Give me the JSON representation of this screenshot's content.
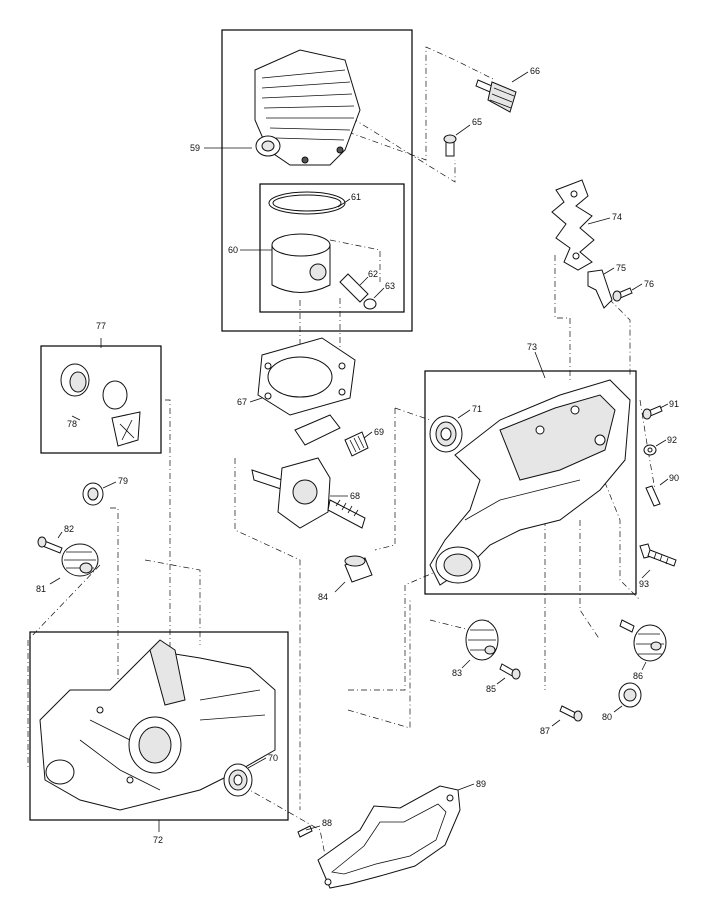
{
  "callouts": {
    "c59": "59",
    "c60": "60",
    "c61": "61",
    "c62": "62",
    "c63": "63",
    "c65": "65",
    "c66": "66",
    "c67": "67",
    "c68": "68",
    "c69": "69",
    "c70": "70",
    "c71": "71",
    "c72": "72",
    "c73": "73",
    "c74": "74",
    "c75": "75",
    "c76": "76",
    "c77": "77",
    "c78": "78",
    "c79": "79",
    "c80": "80",
    "c81": "81",
    "c82": "82",
    "c83": "83",
    "c84": "84",
    "c85": "85",
    "c86": "86",
    "c87": "87",
    "c88": "88",
    "c89": "89",
    "c90": "90",
    "c91": "91",
    "c92": "92",
    "c93": "93"
  },
  "colors": {
    "ink": "#111111",
    "background": "#ffffff",
    "shade": "#e6e6e6"
  }
}
